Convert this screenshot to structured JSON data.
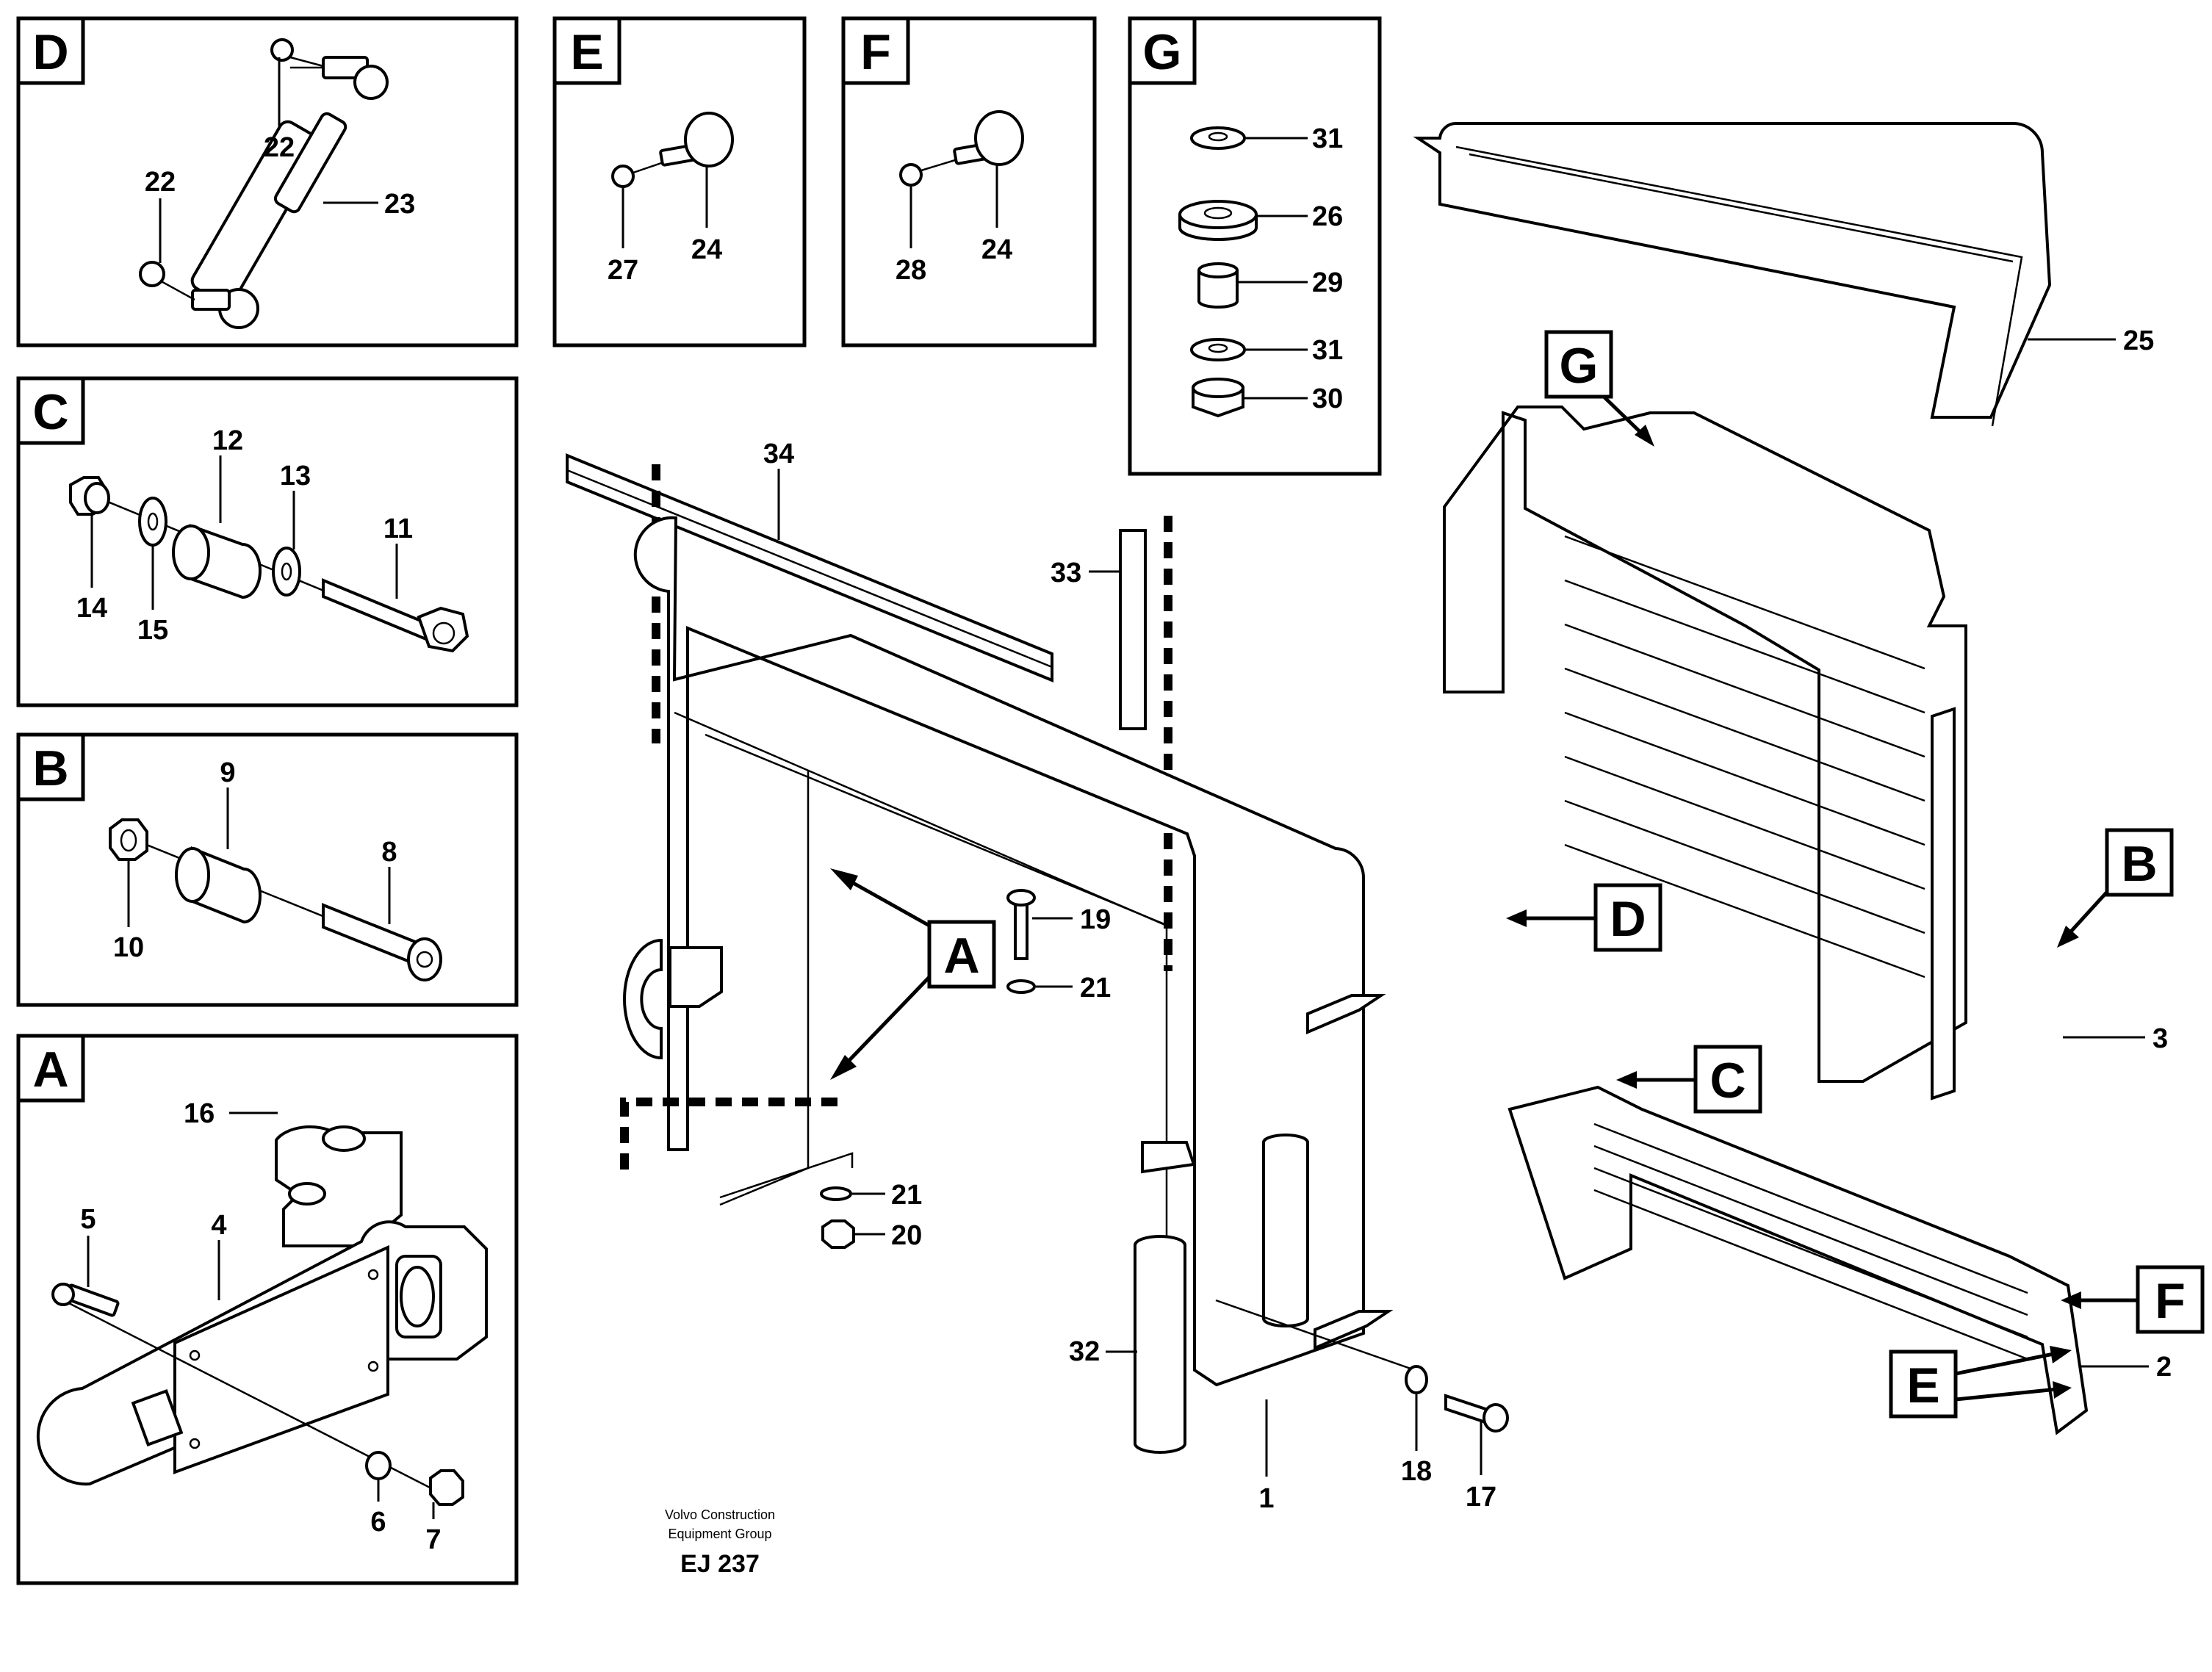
{
  "panels": {
    "D": {
      "letter": "D",
      "labels": [
        "22",
        "22",
        "23"
      ]
    },
    "E": {
      "letter": "E",
      "labels": [
        "27",
        "24"
      ]
    },
    "F": {
      "letter": "F",
      "labels": [
        "28",
        "24"
      ]
    },
    "G": {
      "letter": "G",
      "labels": [
        "31",
        "26",
        "29",
        "31",
        "30"
      ]
    },
    "C": {
      "letter": "C",
      "labels": [
        "12",
        "13",
        "11",
        "14",
        "15"
      ]
    },
    "B": {
      "letter": "B",
      "labels": [
        "9",
        "8",
        "10"
      ]
    },
    "A": {
      "letter": "A",
      "labels": [
        "16",
        "5",
        "4",
        "6",
        "7"
      ]
    }
  },
  "main_labels": {
    "l34": "34",
    "l33": "33",
    "l19": "19",
    "l21a": "21",
    "l21b": "21",
    "l20": "20",
    "l32": "32",
    "l1": "1",
    "l18": "18",
    "l17": "17",
    "l25": "25",
    "l3": "3",
    "l2": "2"
  },
  "callouts": {
    "A": "A",
    "B": "B",
    "C": "C",
    "D": "D",
    "E": "E",
    "F": "F",
    "G": "G"
  },
  "footer": {
    "line1": "Volvo Construction",
    "line2": "Equipment Group",
    "code": "EJ 237"
  }
}
